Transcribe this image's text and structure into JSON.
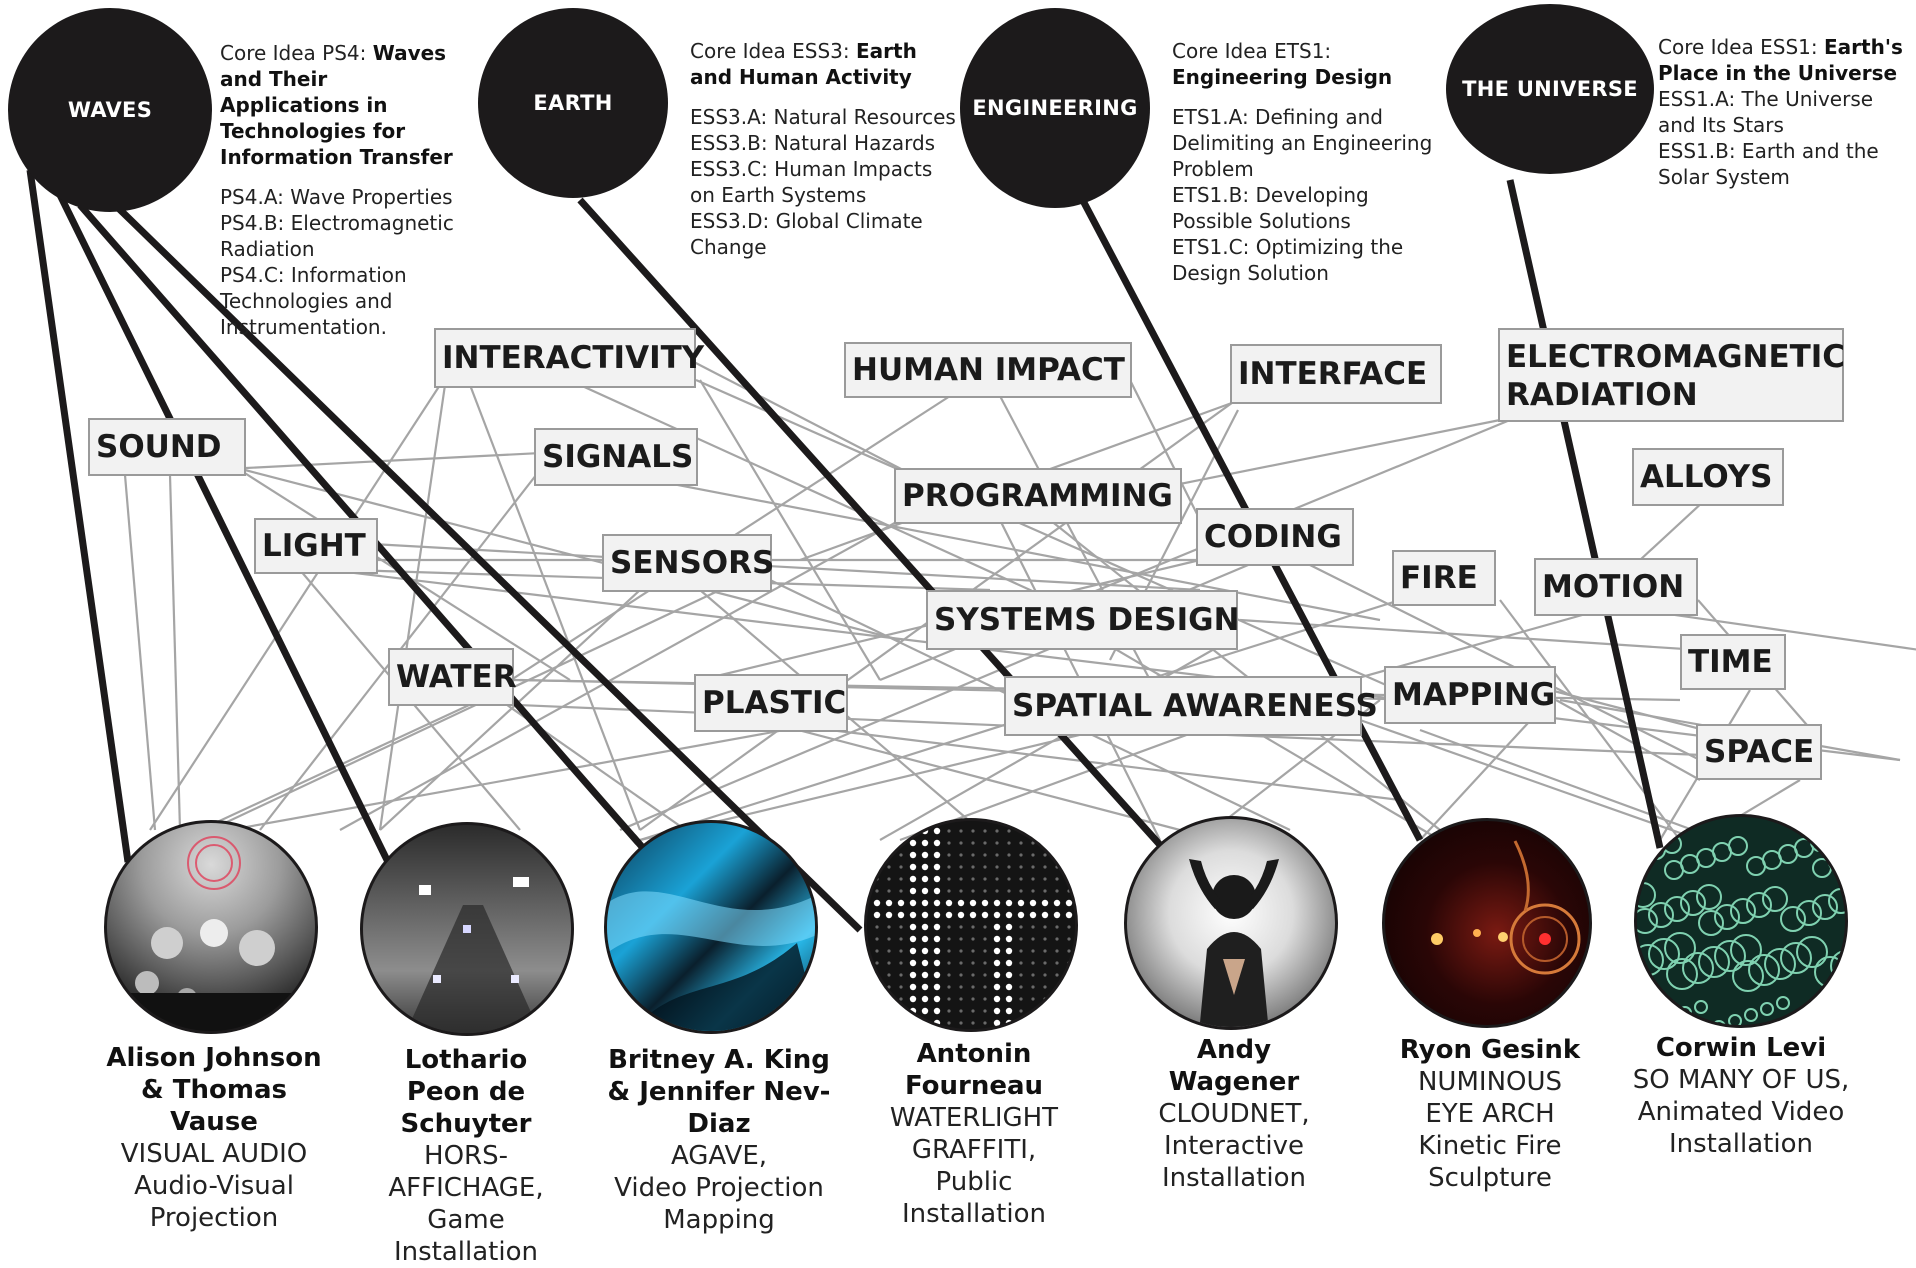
{
  "core_ideas": [
    {
      "circle_label": "WAVES",
      "title_prefix": "Core Idea PS4: ",
      "title_bold": "Waves and Their Applications in Technologies for Information Transfer",
      "items": [
        "PS4.A: Wave Properties",
        "PS4.B: Electromagnetic Radiation",
        "PS4.C: Information Technologies and Instrumentation."
      ]
    },
    {
      "circle_label": "EARTH",
      "title_prefix": "Core Idea ESS3: ",
      "title_bold": "Earth and Human Activity",
      "items": [
        "ESS3.A: Natural Resources",
        "ESS3.B: Natural Hazards",
        "ESS3.C: Human Impacts on Earth Systems",
        "ESS3.D: Global Climate Change"
      ]
    },
    {
      "circle_label": "ENGINEERING",
      "title_prefix": "Core Idea ETS1: ",
      "title_bold": "Engineering Design",
      "items": [
        "ETS1.A: Defining and Delimiting an Engineering Problem",
        "ETS1.B: Developing Possible Solutions",
        "ETS1.C: Optimizing the Design Solution"
      ]
    },
    {
      "circle_label": "THE UNIVERSE",
      "title_prefix": "Core Idea ESS1: ",
      "title_bold": "Earth's Place in the Universe",
      "items": [
        "ESS1.A: The Universe and Its Stars",
        "ESS1.B: Earth and the Solar System"
      ]
    }
  ],
  "concepts": [
    "INTERACTIVITY",
    "HUMAN IMPACT",
    "INTERFACE",
    "ELECTROMAGNETIC RADIATION",
    "SOUND",
    "SIGNALS",
    "PROGRAMMING",
    "ALLOYS",
    "LIGHT",
    "SENSORS",
    "CODING",
    "FIRE",
    "MOTION",
    "SYSTEMS DESIGN",
    "WATER",
    "PLASTIC",
    "SPATIAL AWARENESS",
    "MAPPING",
    "TIME",
    "SPACE"
  ],
  "projects": [
    {
      "artist": "Alison Johnson & Thomas Vause",
      "work": "VISUAL AUDIO",
      "medium": "Audio-Visual Projection"
    },
    {
      "artist": "Lothario Peon de Schuyter",
      "work": "HORS-AFFICHAGE,",
      "medium": "Game Installation"
    },
    {
      "artist": "Britney A. King & Jennifer Nev-Diaz",
      "work": "AGAVE,",
      "medium": "Video Projection Mapping"
    },
    {
      "artist": "Antonin Fourneau",
      "work": "WATERLIGHT GRAFFITI,",
      "medium": "Public Installation"
    },
    {
      "artist": "Andy Wagener",
      "work": "CLOUDNET,",
      "medium": "Interactive Installation"
    },
    {
      "artist": "Ryon Gesink",
      "work": "NUMINOUS EYE ARCH",
      "medium": "Kinetic Fire Sculpture"
    },
    {
      "artist": "Corwin Levi",
      "work": "SO MANY OF US,",
      "medium": "Animated Video Installation"
    }
  ],
  "colors": {
    "core_circle": "#1c1a1b",
    "concept_fill": "#f2f2f2",
    "concept_border": "#9a9a9a",
    "link_gray": "#a5a5a5",
    "link_black": "#1c1a1b"
  }
}
